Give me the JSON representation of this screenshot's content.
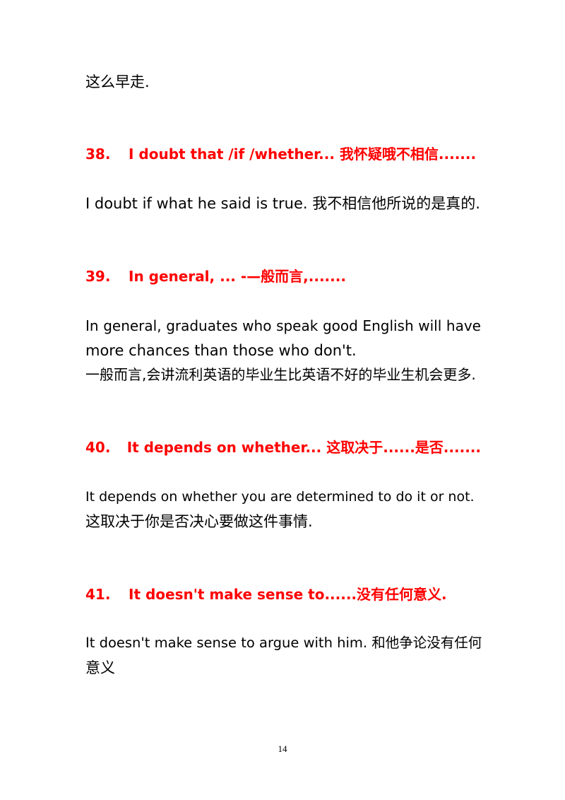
{
  "intro_line": "这么早走.",
  "entries": [
    {
      "number": "38.",
      "heading": "I doubt that /if /whether... 我怀疑哦不相信.......",
      "lines": [
        "I doubt if what he said is true. 我不相信他所说的是真的."
      ]
    },
    {
      "number": "39.",
      "heading": "In general, ... -—般而言,.......",
      "lines": [
        "In general, graduates who speak good English will have",
        "more chances than those who don't.",
        "一般而言,会讲流利英语的毕业生比英语不好的毕业生机会更多."
      ]
    },
    {
      "number": "40.",
      "heading": "It depends on whether... 这取决于......是否.......",
      "lines": [
        "It depends on whether you are determined to do it or not.",
        "这取决于你是否决心要做这件事情."
      ]
    },
    {
      "number": "41.",
      "heading": "It doesn't make sense to......没有任何意义.",
      "lines": [
        "It doesn't make sense to argue with him. 和他争论没有任何",
        "意义"
      ]
    }
  ],
  "page_number": "14"
}
